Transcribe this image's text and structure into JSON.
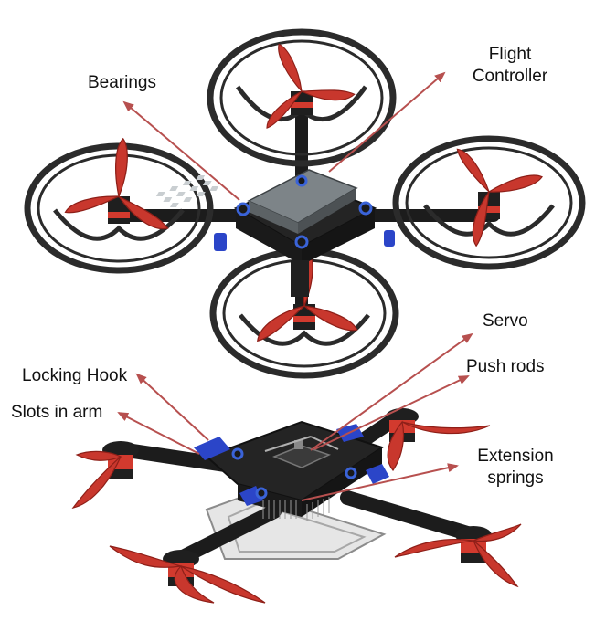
{
  "labels": {
    "bearings": "Bearings",
    "flight_controller_line1": "Flight",
    "flight_controller_line2": "Controller",
    "servo": "Servo",
    "locking_hook": "Locking Hook",
    "push_rods": "Push rods",
    "slots_in_arm": "Slots in arm",
    "extension_springs_line1": "Extension",
    "extension_springs_line2": "springs"
  },
  "colors": {
    "arrow": "#b7504f",
    "frame": "#2b2b2b",
    "frame_edge": "#111111",
    "propeller": "#c8372d",
    "propeller_dark": "#8e1f18",
    "motor_band": "#d23a2e",
    "bearing_blue": "#3a63d8",
    "hook_blue": "#2b45c8",
    "fc_board": "#7d8488",
    "fc_key": "#c9ced1",
    "tray": "#e6e6e6",
    "tray_edge": "#8c8c8c"
  },
  "icons": {
    "arrowhead": "arrowhead-icon"
  }
}
